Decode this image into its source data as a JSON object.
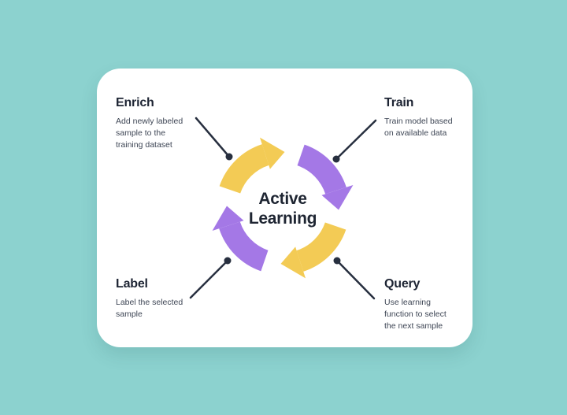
{
  "page": {
    "background_color": "#8CD2CF"
  },
  "card": {
    "background_color": "#FFFFFF"
  },
  "diagram": {
    "center_title": {
      "line1": "Active",
      "line2": "Learning"
    },
    "colors": {
      "yellow_arrow": "#F3CB55",
      "purple_arrow": "#A478E6",
      "connector": "#272F3F",
      "heading_text": "#1D2433",
      "body_text": "#3D4554"
    },
    "cycle_order": [
      "Train",
      "Query",
      "Label",
      "Enrich"
    ],
    "nodes": [
      {
        "id": "enrich",
        "position": "top-left",
        "label": "Enrich",
        "description": "Add newly labeled sample to the training dataset",
        "lines": [
          "Add newly labeled",
          "sample to the",
          "training dataset"
        ]
      },
      {
        "id": "train",
        "position": "top-right",
        "label": "Train",
        "description": "Train model based on available data",
        "lines": [
          "Train model based",
          "on available data"
        ]
      },
      {
        "id": "label",
        "position": "bottom-left",
        "label": "Label",
        "description": "Label the selected sample",
        "lines": [
          "Label the selected",
          "sample"
        ]
      },
      {
        "id": "query",
        "position": "bottom-right",
        "label": "Query",
        "description": "Use learning function to select the next sample",
        "lines": [
          "Use learning",
          "function to select",
          "the next sample"
        ]
      }
    ]
  }
}
